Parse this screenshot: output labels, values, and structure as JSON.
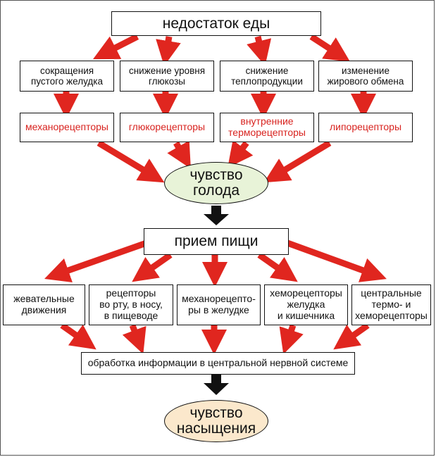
{
  "top": {
    "label": "недостаток еды"
  },
  "causes": [
    {
      "label": "сокращения\nпустого желудка"
    },
    {
      "label": "снижение уровня\nглюкозы"
    },
    {
      "label": "снижение\nтеплопродукции"
    },
    {
      "label": "изменение\nжирового обмена"
    }
  ],
  "receptors": [
    {
      "label": "механорецепторы"
    },
    {
      "label": "глюкорецепторы"
    },
    {
      "label": "внутренние\nтерморецепторы"
    },
    {
      "label": "липорецепторы"
    }
  ],
  "hunger": {
    "label": "чувство\nголода"
  },
  "intake": {
    "label": "прием пищи"
  },
  "effects": [
    {
      "label": "жевательные\nдвижения"
    },
    {
      "label": "рецепторы\nво рту, в носу,\nв пищеводе"
    },
    {
      "label": "механорецепто-\nры в желудке"
    },
    {
      "label": "хеморецепторы\nжелудка\nи кишечника"
    },
    {
      "label": "центральные\nтермо- и\nхеморецепторы"
    }
  ],
  "processing": {
    "label": "обработка информации в центральной нервной системе"
  },
  "satiety": {
    "label": "чувство\nнасыщения"
  },
  "colors": {
    "arrow_red": "#e0261f",
    "arrow_black": "#111111",
    "hunger_fill": "#e8f3d8",
    "satiety_fill": "#fbe8cc",
    "receptor_text": "#d8231f"
  }
}
